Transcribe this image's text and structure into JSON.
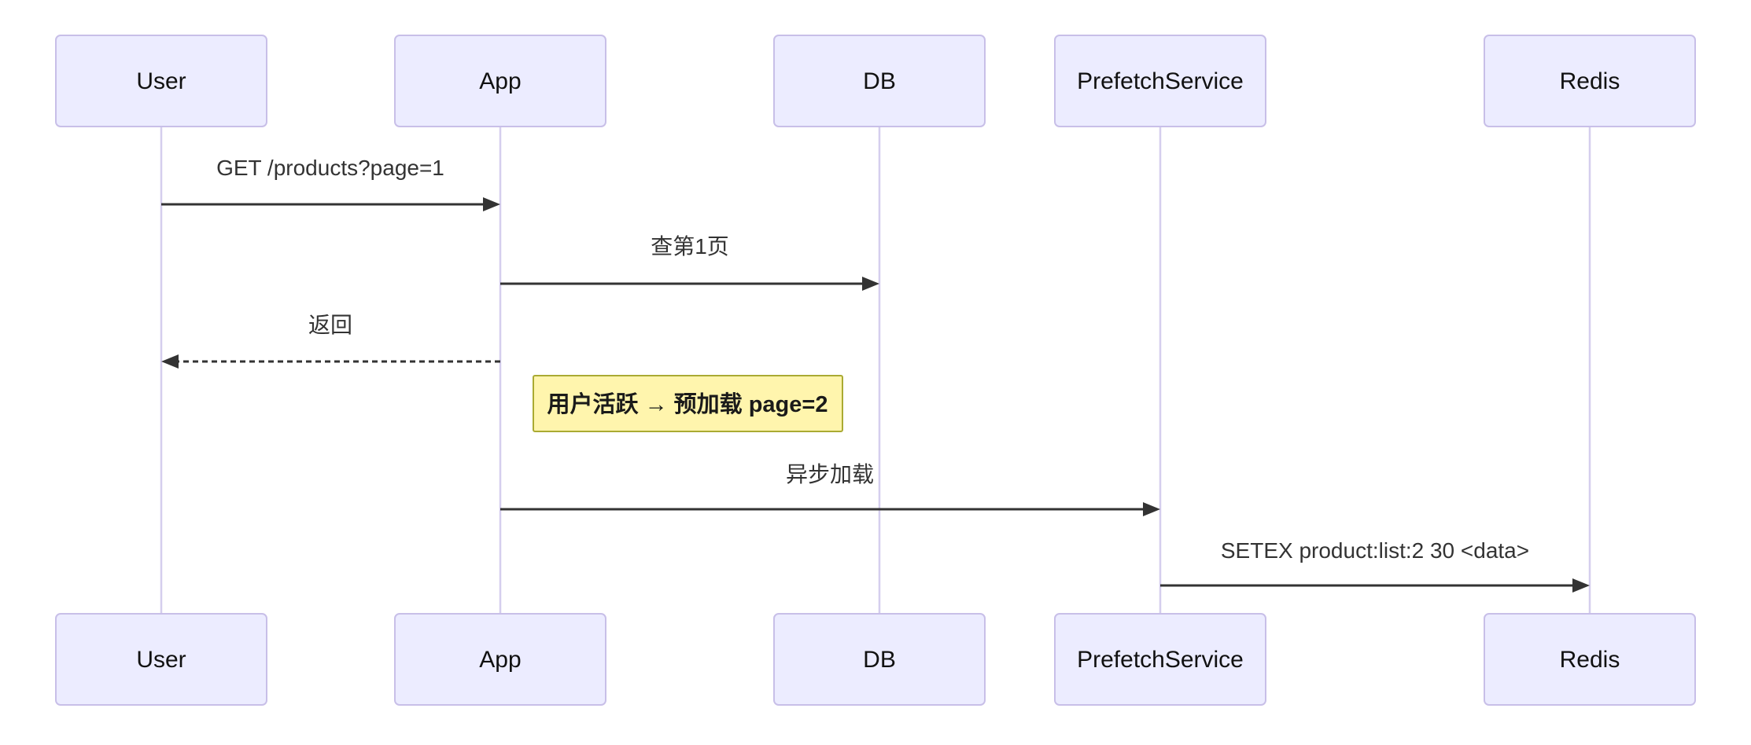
{
  "diagram": {
    "type": "sequence-diagram",
    "actors": [
      {
        "name": "User"
      },
      {
        "name": "App"
      },
      {
        "name": "DB"
      },
      {
        "name": "PrefetchService"
      },
      {
        "name": "Redis"
      }
    ],
    "messages": [
      {
        "from": "User",
        "to": "App",
        "label": "GET /products?page=1",
        "line": "solid",
        "arrow": "filled"
      },
      {
        "from": "App",
        "to": "DB",
        "label": "查第1页",
        "line": "solid",
        "arrow": "filled"
      },
      {
        "from": "App",
        "to": "User",
        "label": "返回",
        "line": "dotted",
        "arrow": "filled"
      },
      {
        "from": "App",
        "to": "PrefetchService",
        "label": "异步加载",
        "line": "solid",
        "arrow": "filled"
      },
      {
        "from": "PrefetchService",
        "to": "Redis",
        "label": "SETEX product:list:2 30 <data>",
        "line": "solid",
        "arrow": "filled"
      }
    ],
    "note": {
      "over": [
        "App",
        "DB"
      ],
      "label": "用户活跃 → 预加载 page=2"
    }
  },
  "colors": {
    "background": "#FFFFFF",
    "actor_fill": "#ECECFF",
    "actor_border": "#C8BFE8",
    "actor_text": "#111111",
    "lifeline": "#D5CEEE",
    "arrow": "#333333",
    "message_text": "#333333",
    "note_fill": "#FFF5AD",
    "note_border": "#AAAA33",
    "note_text": "#1A1A1A"
  }
}
